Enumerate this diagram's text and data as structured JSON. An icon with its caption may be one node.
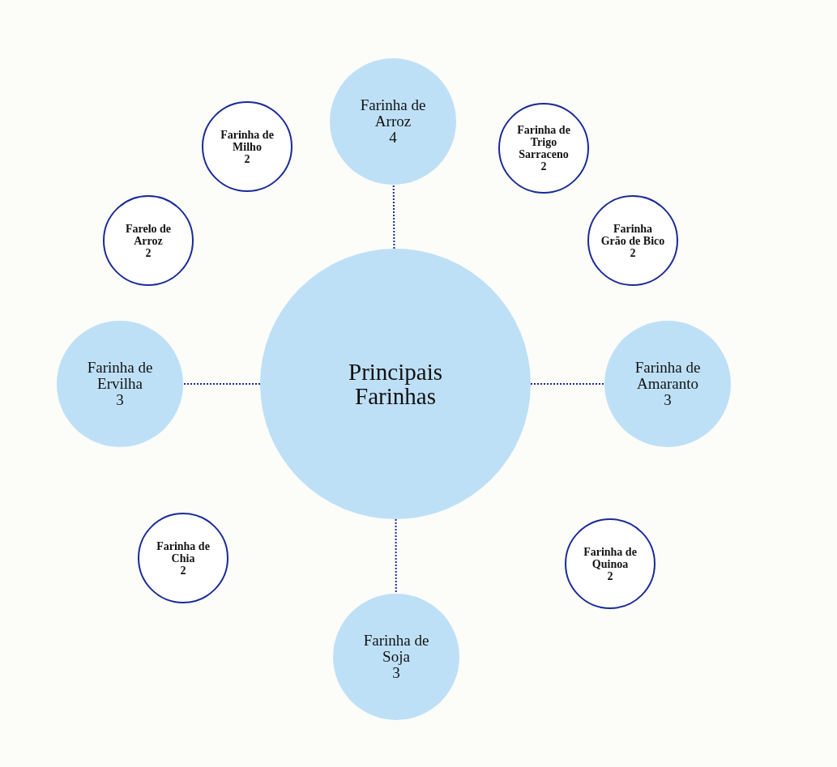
{
  "diagram": {
    "nodes": [
      {
        "text": [
          "Farinha de Arroz",
          "4"
        ]
      },
      {
        "text": [
          "Farinha de Milho",
          "2"
        ]
      },
      {
        "text": [
          "Farinha de Trigo Sarraceno",
          "2"
        ]
      },
      {
        "text": [
          "Farelo de Arroz",
          "2"
        ]
      },
      {
        "text": [
          "Farinha Grão de Bico",
          "2"
        ]
      },
      {
        "text": [
          "Farinha de Ervilha",
          "3"
        ]
      },
      {
        "text": [
          "Principais Farinhas"
        ]
      },
      {
        "text": [
          "Farinha de Amaranto",
          "3"
        ]
      },
      {
        "text": [
          "Farinha de Chia",
          "2"
        ]
      },
      {
        "text": [
          "Farinha de Quinoa",
          "2"
        ]
      },
      {
        "text": [
          "Farinha de Soja",
          "3"
        ]
      }
    ],
    "edges": [
      {
        "from": 6,
        "to": 0,
        "arrow": "none",
        "style": "dashed"
      },
      {
        "from": 6,
        "to": 5,
        "arrow": "none",
        "style": "dashed"
      },
      {
        "from": 6,
        "to": 7,
        "arrow": "none",
        "style": "dashed"
      },
      {
        "from": 6,
        "to": 10,
        "arrow": "none",
        "style": "dashed"
      }
    ]
  }
}
